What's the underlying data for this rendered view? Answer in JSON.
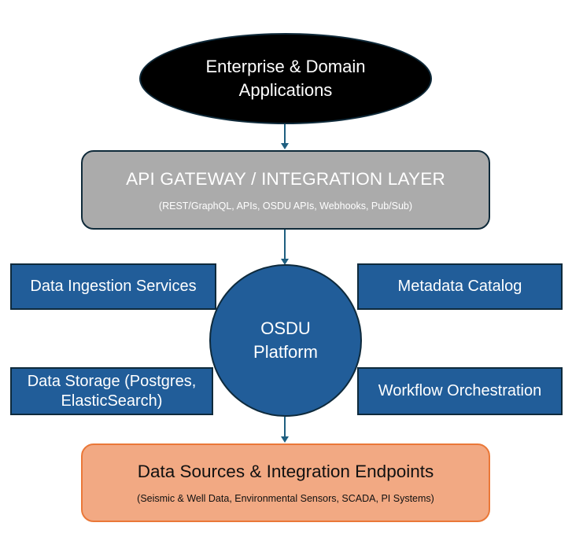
{
  "diagram": {
    "top_node": {
      "line1": "Enterprise & Domain",
      "line2": "Applications",
      "fill": "#000000"
    },
    "gateway": {
      "title": "API GATEWAY / INTEGRATION LAYER",
      "subtitle": "(REST/GraphQL, APIs, OSDU APIs, Webhooks, Pub/Sub)",
      "fill": "#ababab"
    },
    "platform": {
      "line1": "OSDU",
      "line2": "Platform",
      "fill": "#215d99"
    },
    "services": {
      "ingestion": "Data Ingestion Services",
      "storage_line1": "Data Storage (Postgres,",
      "storage_line2": "ElasticSearch)",
      "metadata": "Metadata Catalog",
      "workflow": "Workflow Orchestration",
      "fill": "#215d99"
    },
    "sources": {
      "title": "Data Sources & Integration Endpoints",
      "subtitle": "(Seismic & Well Data, Environmental Sensors, SCADA, PI Systems)",
      "fill": "#f2a983",
      "border": "#ea7838"
    },
    "connectors": [
      {
        "from": "Enterprise & Domain Applications",
        "to": "API GATEWAY / INTEGRATION LAYER"
      },
      {
        "from": "API GATEWAY / INTEGRATION LAYER",
        "to": "OSDU Platform"
      },
      {
        "from": "OSDU Platform",
        "to": "Data Sources & Integration Endpoints"
      }
    ],
    "arrow_color": "#1f5f80"
  }
}
